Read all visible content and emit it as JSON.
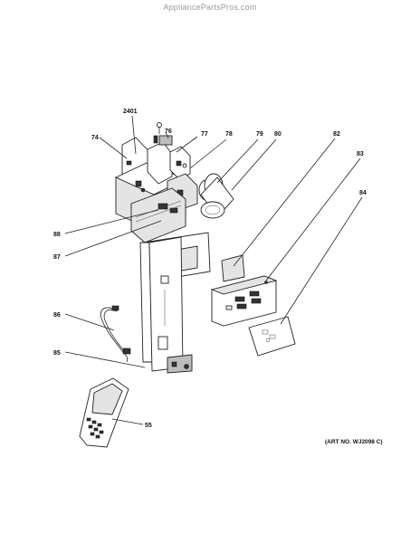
{
  "watermark": "AppliancePartsPros.com",
  "art_number": "(ART NO. WJ2098 C)",
  "callouts": [
    {
      "id": "2401",
      "text": "2401"
    },
    {
      "id": "76",
      "text": "76"
    },
    {
      "id": "77",
      "text": "77"
    },
    {
      "id": "78",
      "text": "78"
    },
    {
      "id": "79",
      "text": "79"
    },
    {
      "id": "80",
      "text": "80"
    },
    {
      "id": "74",
      "text": "74"
    },
    {
      "id": "82",
      "text": "82"
    },
    {
      "id": "83",
      "text": "83"
    },
    {
      "id": "84",
      "text": "84"
    },
    {
      "id": "88",
      "text": "88"
    },
    {
      "id": "87",
      "text": "87"
    },
    {
      "id": "86",
      "text": "86"
    },
    {
      "id": "85",
      "text": "85"
    },
    {
      "id": "55",
      "text": "55"
    }
  ]
}
